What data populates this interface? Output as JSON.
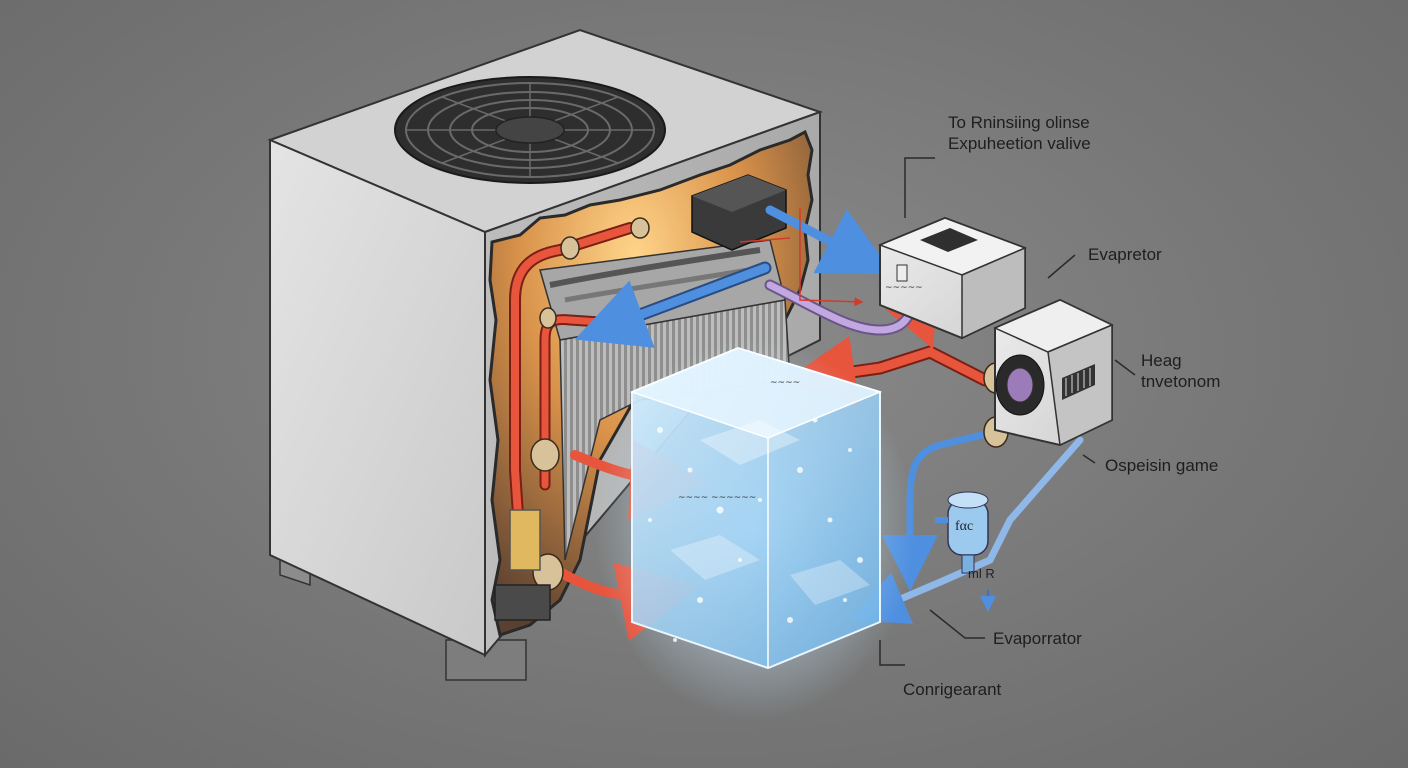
{
  "labels": {
    "top_line1": "To Rninsiing olinse",
    "top_line2": "Expuheetion valive",
    "evapretor": "Evapretor",
    "heag_line1": "Heag",
    "heag_line2": "tnvetonom",
    "ospeisin": "Ospeisin game",
    "evaporrator": "Evaporrator",
    "conrigearant": "Conrigearant"
  },
  "unit_labels": {
    "filter_mark": "fαc",
    "drain_mark": "ml R"
  },
  "colors": {
    "hot_refrigerant": "#e8553d",
    "cold_refrigerant": "#4f8fe0",
    "suction_line": "#b79ad8",
    "ice_block": "#9fd2f5",
    "cabinet": "#d9d9d9"
  },
  "icons": [
    "fan-icon",
    "ice-block-icon",
    "filter-drier-icon",
    "drain-arrow-icon"
  ]
}
